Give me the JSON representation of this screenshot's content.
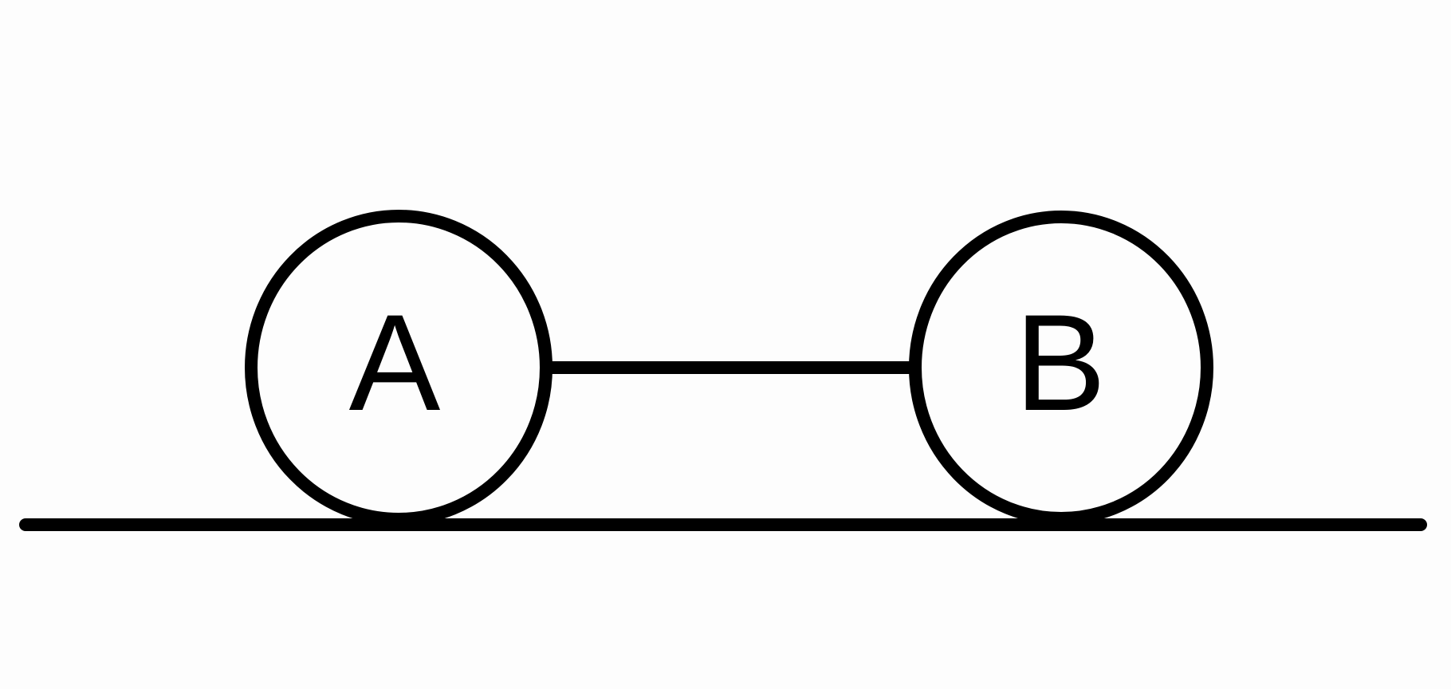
{
  "diagram": {
    "nodes": [
      {
        "id": "A",
        "label": "A"
      },
      {
        "id": "B",
        "label": "B"
      }
    ],
    "edges": [
      {
        "from": "A",
        "to": "B"
      }
    ],
    "has_ground_line": true,
    "colors": {
      "stroke": "#000000",
      "background": "#fdfdfd"
    }
  }
}
